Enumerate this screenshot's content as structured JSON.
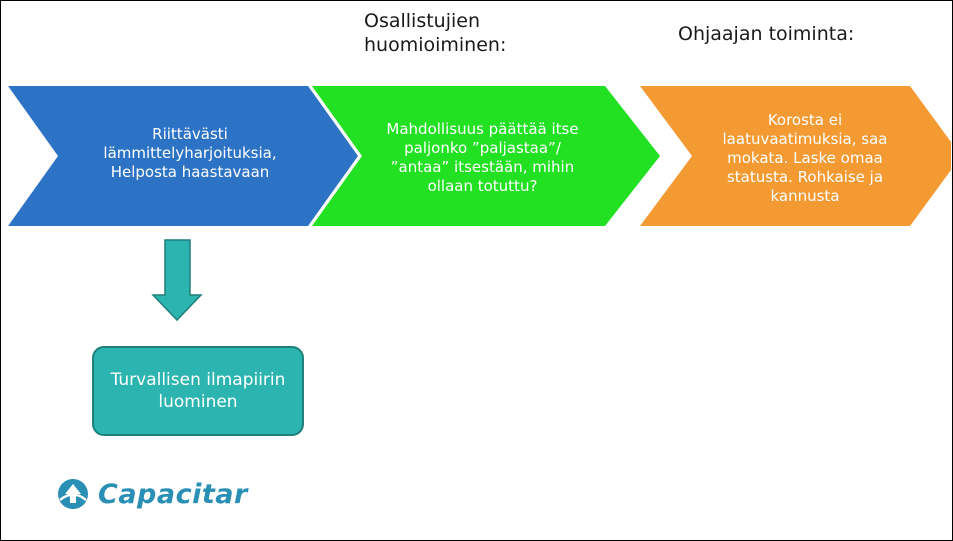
{
  "headers": {
    "participants": "Osallistujien huomioiminen:",
    "instructor": "Ohjaajan toiminta:"
  },
  "chevrons": [
    {
      "text": "Riittävästi lämmittelyharjoituksia, Helposta haastavaan",
      "color": "#2d73c5"
    },
    {
      "text": "Mahdollisuus päättää itse paljonko ”paljastaa”/ ”antaa” itsestään, mihin ollaan totuttu?",
      "color": "#22e022"
    },
    {
      "text": "Korosta ei laatuvaatimuksia, saa mokata. Laske omaa statusta. Rohkaise ja kannusta",
      "color": "#f39a33"
    }
  ],
  "down_arrow_color": "#2cb5b0",
  "result_box": {
    "text": "Turvallisen ilmapiirin luominen",
    "color": "#2cb5b0"
  },
  "logo": {
    "text": "Capacitar",
    "color": "#2a8fb5"
  }
}
